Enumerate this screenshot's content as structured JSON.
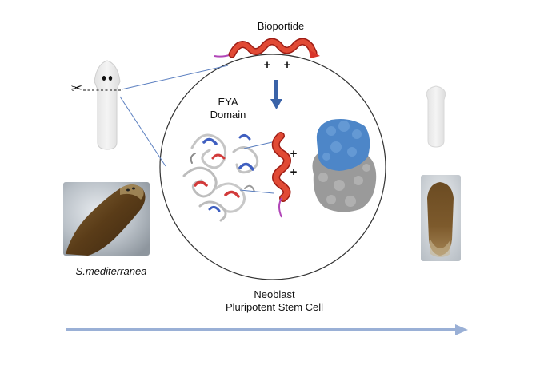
{
  "title": "Bioportide",
  "plus_sign": "+",
  "eya_label_line1": "EYA",
  "eya_label_line2": "Domain",
  "organism_label": "S.mediterranea",
  "cell_label_line1": "Neoblast",
  "cell_label_line2": "Pluripotent Stem Cell",
  "icons": {
    "scissors": "✂",
    "cut_line": "dashed-cut-line"
  },
  "colors": {
    "helix": "#d8352a",
    "helix_dark": "#9e1d15",
    "helix_tail": "#b146b8",
    "arrow": "#3a63a8",
    "timeline": "#9ab0d6",
    "guide_lines": "#5b7fc0",
    "circle": "#333333",
    "protein_blue": "#4d86c8",
    "protein_gray": "#9a9a9a",
    "worm_brown": "#6b4a22"
  }
}
